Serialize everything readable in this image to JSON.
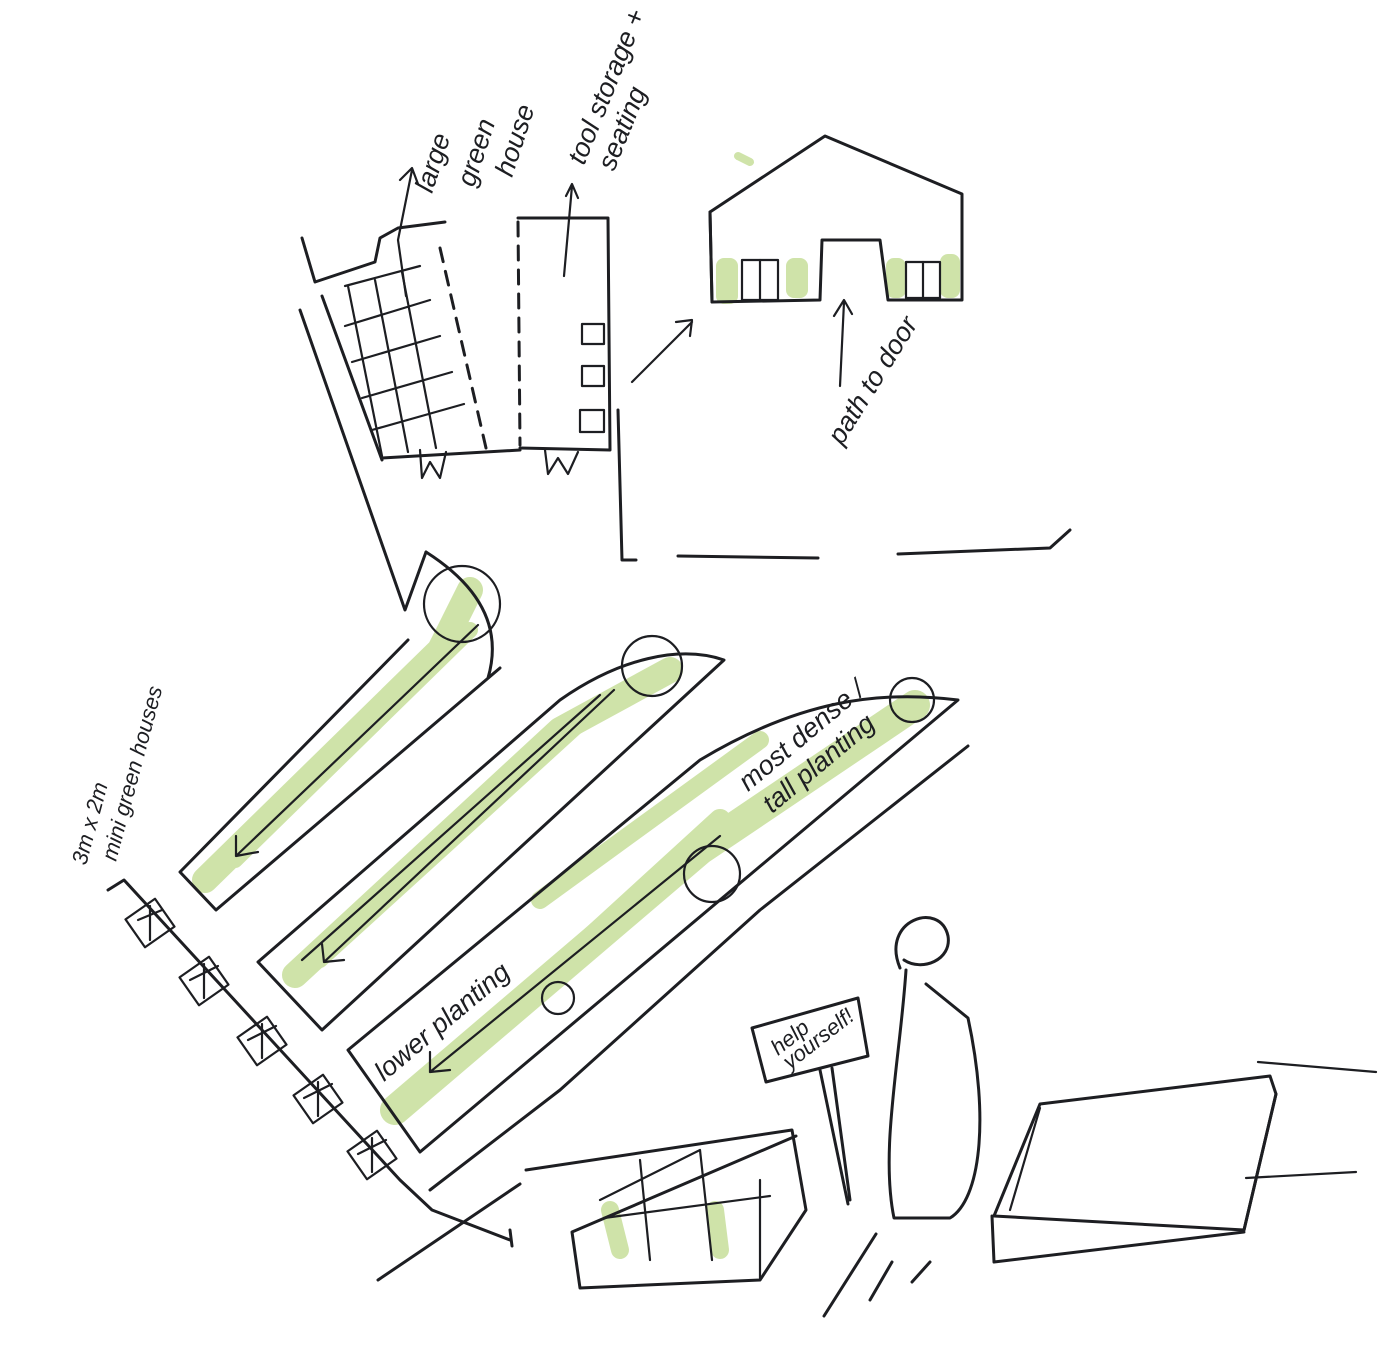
{
  "annotations": {
    "large_green_house": [
      "large",
      "green",
      "house"
    ],
    "tool_storage": [
      "tool storage +",
      "seating"
    ],
    "path_to_door": "path to door",
    "mini_green_houses": [
      "3m x 2m",
      "mini green houses"
    ],
    "most_dense": "most dense /",
    "tall_planting": "tall planting",
    "lower_planting": "lower planting",
    "help_yourself": [
      "help",
      "yourself!"
    ]
  },
  "colors": {
    "ink": "#1d1e22",
    "planting_green": "#cfe3a9"
  }
}
